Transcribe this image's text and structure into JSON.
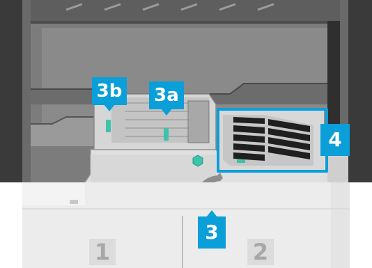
{
  "callouts": {
    "step_3b": "3b",
    "step_3a": "3a",
    "step_3": "3",
    "step_4": "4"
  },
  "drawers": {
    "left_number": "1",
    "right_number": "2"
  },
  "colors": {
    "callout": "#0a9fd9",
    "lever_teal": "#3cc3a9",
    "machine_body": "#e8e8e8",
    "cavity_dark": "#4a4a4a"
  },
  "icons": [
    "lever-icon",
    "knob-icon",
    "handle-icon",
    "output-tray-vents"
  ]
}
